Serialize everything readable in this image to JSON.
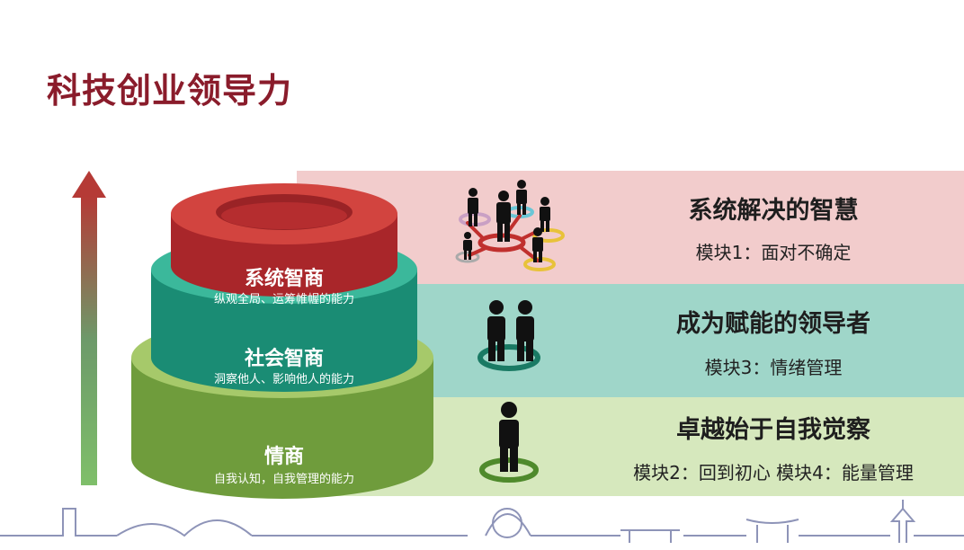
{
  "title": "科技创业领导力",
  "pyramid": [
    {
      "name": "系统智商",
      "desc": "纵观全局、运筹帷幄的能力"
    },
    {
      "name": "社会智商",
      "desc": "洞察他人、影响他人的能力"
    },
    {
      "name": "情商",
      "desc": "自我认知，自我管理的能力"
    }
  ],
  "bands": [
    {
      "heading": "系统解决的智慧",
      "modules": "模块1：面对不确定"
    },
    {
      "heading": "成为赋能的领导者",
      "modules": "模块3：情绪管理"
    },
    {
      "heading": "卓越始于自我觉察",
      "modules": "模块2：回到初心  模块4：能量管理"
    }
  ],
  "colors": {
    "top": "#c0302e",
    "middle": "#1a9c82",
    "bottom": "#7fae48",
    "title": "#8a1c2b"
  },
  "icons": {
    "arrow": "growth-arrow-icon",
    "top": "network-people-icon",
    "middle": "two-people-icon",
    "bottom": "single-person-icon",
    "skyline": "city-skyline-icon"
  }
}
